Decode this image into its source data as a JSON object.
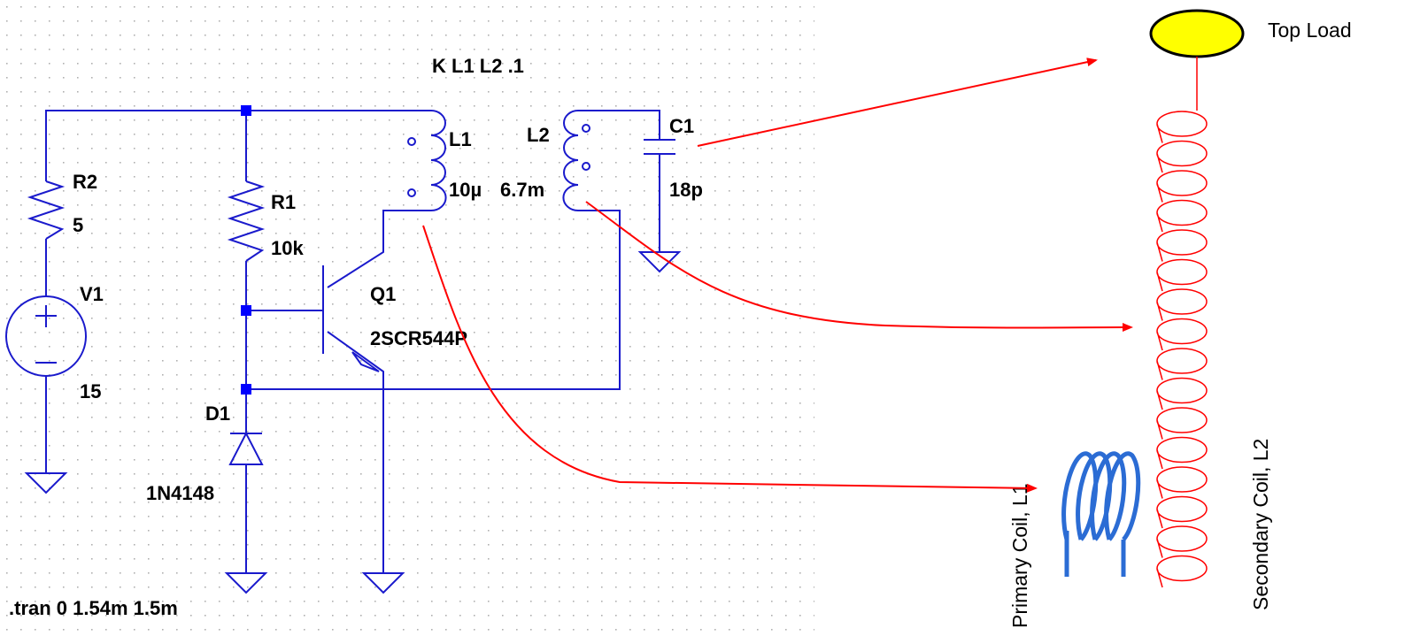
{
  "schematic": {
    "coupling_directive": "K L1 L2 .1",
    "sim_directive": ".tran 0 1.54m 1.5m",
    "components": {
      "R2": {
        "name": "R2",
        "value": "5"
      },
      "R1": {
        "name": "R1",
        "value": "10k"
      },
      "V1": {
        "name": "V1",
        "value": "15"
      },
      "Q1": {
        "name": "Q1",
        "value": "2SCR544P"
      },
      "D1": {
        "name": "D1",
        "value": "1N4148"
      },
      "L1": {
        "name": "L1",
        "value": "10µ"
      },
      "L2": {
        "name": "L2",
        "value": "6.7m"
      },
      "C1": {
        "name": "C1",
        "value": "18p"
      }
    }
  },
  "illustration": {
    "top_load": "Top Load",
    "primary_coil": "Primary Coil, L1",
    "secondary_coil": "Secondary Coil, L2"
  },
  "colors": {
    "wire": "#1a1acc",
    "junction": "#0000ff",
    "arrow": "#ff0000",
    "primary_coil": "#2b6cd4",
    "secondary_coil": "#ff0000",
    "top_load_fill": "#ffff00",
    "grid_dot": "#b0b0b0"
  }
}
